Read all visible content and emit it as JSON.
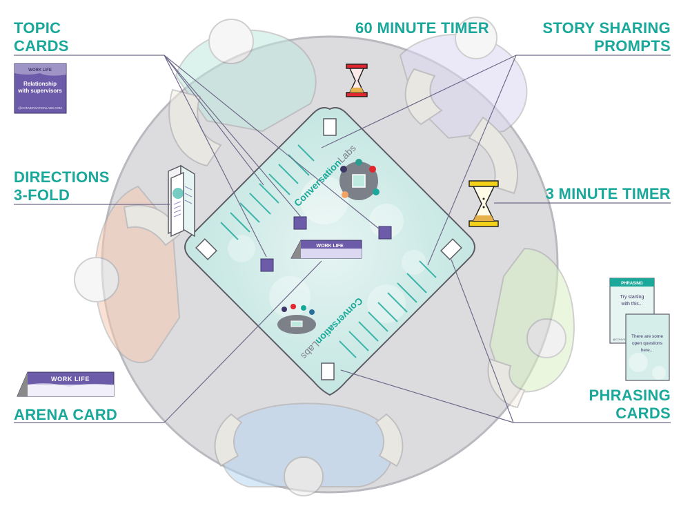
{
  "colors": {
    "teal_label": "#1aa89a",
    "purple": "#6b5ba8",
    "board_teal": "#cdeae6",
    "table_grey": "#dcdcdf",
    "timer_red": "#e1262d",
    "timer_yellow": "#f4d21a",
    "leader_line": "#6f6a8a"
  },
  "labels": {
    "topic_cards": [
      "TOPIC",
      "CARDS"
    ],
    "minute_timer_60": "60 MINUTE TIMER",
    "story_sharing": [
      "STORY SHARING",
      "PROMPTS"
    ],
    "directions": [
      "DIRECTIONS",
      "3-FOLD"
    ],
    "minute_timer_3": "3 MINUTE TIMER",
    "phrasing_cards": [
      "PHRASING",
      "CARDS"
    ],
    "arena_card": "ARENA CARD"
  },
  "topic_card": {
    "category": "WORK LIFE",
    "title_lines": [
      "Relationship",
      "with supervisors"
    ],
    "footer": "@CONVERSATIONLABS.COM"
  },
  "arena_card": {
    "text": "WORK LIFE"
  },
  "board": {
    "arena_text": "WORK LIFE",
    "logo_main": "Conversation",
    "logo_accent": "Labs"
  },
  "phrasing_cards": {
    "back_header": "PHRASING",
    "back_lines": [
      "Try starting",
      "with this..."
    ],
    "back_footer": "@CONVERSATION",
    "front_lines": [
      "There are some",
      "open questions",
      "here..."
    ]
  }
}
